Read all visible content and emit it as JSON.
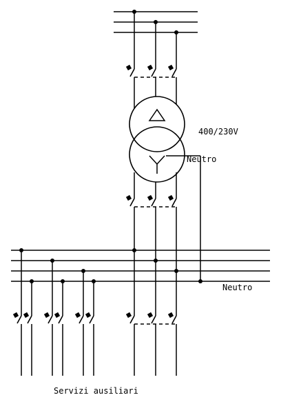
{
  "labels": {
    "voltage": "400/230V",
    "neutral_transformer": "Neutro",
    "neutral_bus": "Neutro",
    "auxiliary_services": "Servizi ausiliari"
  },
  "symbols": {
    "primary_winding": "delta",
    "secondary_winding": "wye",
    "switch_type": "disconnector"
  }
}
